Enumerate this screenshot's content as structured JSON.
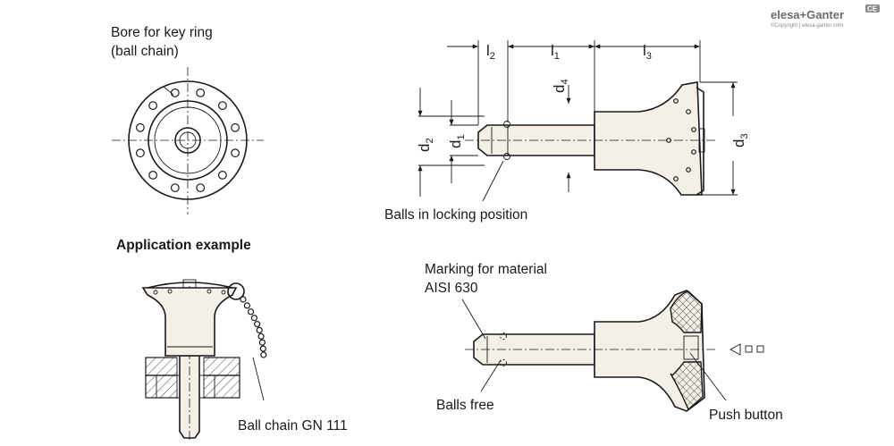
{
  "brand": {
    "name": "elesa+Ganter",
    "copyright": "©Copyright | elesa-ganter.com",
    "ce_mark": "CE"
  },
  "labels": {
    "bore": [
      "Bore for key ring",
      "(ball chain)"
    ],
    "balls_locking": "Balls in locking position",
    "application_example": "Application example",
    "marking": [
      "Marking for material",
      "AISI 630"
    ],
    "balls_free": "Balls free",
    "push_button": "Push button",
    "ball_chain": "Ball chain GN 111"
  },
  "dimensions": {
    "l2": {
      "base": "l",
      "sub": "2"
    },
    "l1": {
      "base": "l",
      "sub": "1"
    },
    "l3": {
      "base": "l",
      "sub": "3"
    },
    "d4": {
      "base": "d",
      "sub": "4"
    },
    "d2": {
      "base": "d",
      "sub": "2"
    },
    "d1": {
      "base": "d",
      "sub": "1"
    },
    "d3": {
      "base": "d",
      "sub": "3"
    }
  }
}
